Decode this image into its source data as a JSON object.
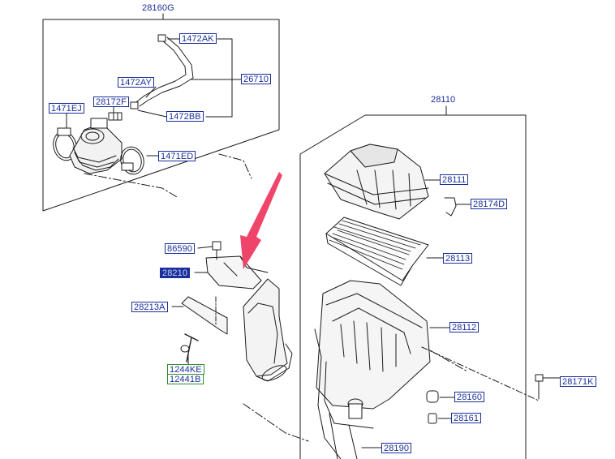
{
  "labels": {
    "l28160G": "28160G",
    "l1472AK": "1472AK",
    "l1472AY": "1472AY",
    "l26710": "26710",
    "l1471EJ": "1471EJ",
    "l28172F": "28172F",
    "l1472BB": "1472BB",
    "l1471ED": "1471ED",
    "l28110": "28110",
    "l28111": "28111",
    "l28174D": "28174D",
    "l86590": "86590",
    "l28210": "28210",
    "l28113": "28113",
    "l28213A": "28213A",
    "l28112": "28112",
    "l1244KE": "1244KE",
    "l12441B": "12441B",
    "l28171K": "28171K",
    "l28160": "28160",
    "l28161": "28161",
    "l28190": "28190"
  },
  "colors": {
    "label_text": "#1a2f9a",
    "label_border": "#1a2f9a",
    "fastener_label_border": "#2f8a2f",
    "selected_label_bg": "#1a2f9a",
    "arrow": "#f0456a",
    "line": "#1b1b1b"
  }
}
